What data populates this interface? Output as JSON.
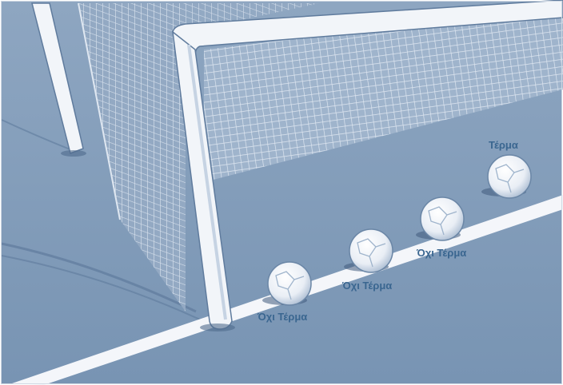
{
  "scene": {
    "colors": {
      "background": "#ffffff",
      "pitch": "#7f9ab8",
      "pitch_dark": "#6a86a6",
      "line": "#f4f6fa",
      "net": "#c6d3e3",
      "post": "#f2f5f9",
      "label": "#3a6690"
    },
    "balls": [
      {
        "label": "Όχι Τέρμα"
      },
      {
        "label": "Όχι Τέρμα"
      },
      {
        "label": "Όχι Τέρμα"
      },
      {
        "label": "Τέρμα"
      }
    ]
  }
}
